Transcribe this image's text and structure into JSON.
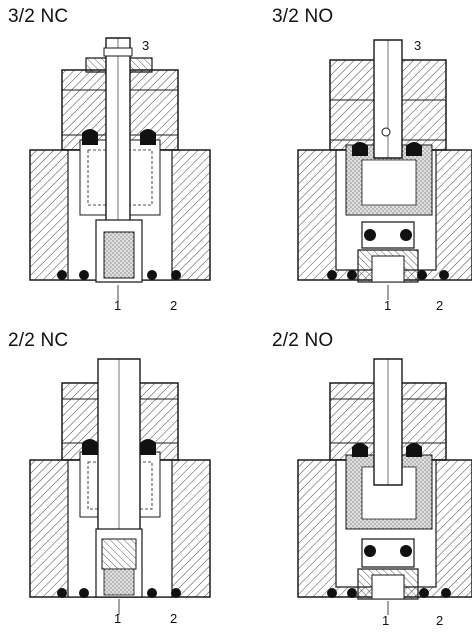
{
  "valves": [
    {
      "title": "3/2 NC",
      "ports": {
        "exhaust": "3",
        "inlet": "1",
        "outlet": "2"
      }
    },
    {
      "title": "3/2 NO",
      "ports": {
        "exhaust": "3",
        "inlet": "1",
        "outlet": "2"
      }
    },
    {
      "title": "2/2 NC",
      "ports": {
        "inlet": "1",
        "outlet": "2"
      }
    },
    {
      "title": "2/2 NO",
      "ports": {
        "inlet": "1",
        "outlet": "2"
      }
    }
  ],
  "colors": {
    "line": "#1a1a1a",
    "seal": "#111111",
    "shade": "#bdbdbd",
    "background": "#ffffff"
  }
}
